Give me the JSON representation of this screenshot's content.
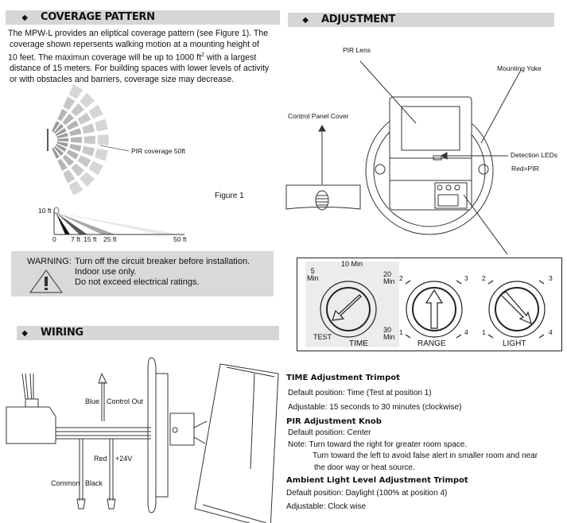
{
  "coverage": {
    "title": "COVERAGE PATTERN",
    "lines": [
      "The MPW-L provides an eliptical coverage pattern (see Figure 1). The",
      "coverage shown repersents walking motion at a mounting height of",
      "10 feet. The maximun coverage will be up to 1000 ft",
      "2",
      " with a largest",
      "distance of 15 meters. For building spaces with lower levels of activity",
      "or with obstacles and barriers, coverage size may decrease."
    ],
    "pir_label": "PIR coverage 50ft",
    "figure_label": "Figure 1",
    "height_label": "10 ft",
    "distances": [
      "0",
      "7 ft",
      "15 ft",
      "25 ft",
      "50 ft"
    ]
  },
  "warning": {
    "label": "WARNING:",
    "lines": [
      "Turn off the circuit breaker before installation.",
      "Indoor use only.",
      "Do not exceed electrical ratings."
    ]
  },
  "wiring": {
    "title": "WIRING",
    "labels": {
      "blue": "Blue",
      "control_out": "Control Out",
      "red": "Red",
      "v24": "+24V",
      "common": "Common",
      "black": "Black"
    }
  },
  "adjustment": {
    "title": "ADJUSTMENT",
    "labels": {
      "pir_lens": "PIR Lens",
      "mounting_yoke": "Mounting Yoke",
      "control_panel_cover": "Control Panel Cover",
      "detection_leds": "Detection LEDs",
      "red_pir": "Red=PIR"
    },
    "dials": {
      "time": {
        "label": "TIME",
        "marks": [
          "5",
          "Min",
          "10 Min",
          "20",
          "Min",
          "30",
          "Min",
          "TEST"
        ]
      },
      "range": {
        "label": "RANGE",
        "marks": [
          "1",
          "2",
          "3",
          "4"
        ]
      },
      "light": {
        "label": "LIGHT",
        "marks": [
          "1",
          "2",
          "3",
          "4"
        ]
      }
    }
  },
  "settings": [
    {
      "title": "TIME Adjustment Trimpot",
      "lines": [
        "Default position: Time (Test at position 1)",
        "Adjustable: 15 seconds to 30 minutes (clockwise)"
      ]
    },
    {
      "title": "PIR Adjustment Knob",
      "lines": [
        "Default position: Center",
        "Note: Turn toward the right for greater room space.",
        "Turn toward the left to avoid false alert in smaller room and near",
        "the door way or heat source."
      ]
    },
    {
      "title": "Ambient Light Level Adjustment Trimpot",
      "lines": [
        "Default position: Daylight (100% at position 4)",
        "Adjustable: Clock wise"
      ]
    }
  ]
}
